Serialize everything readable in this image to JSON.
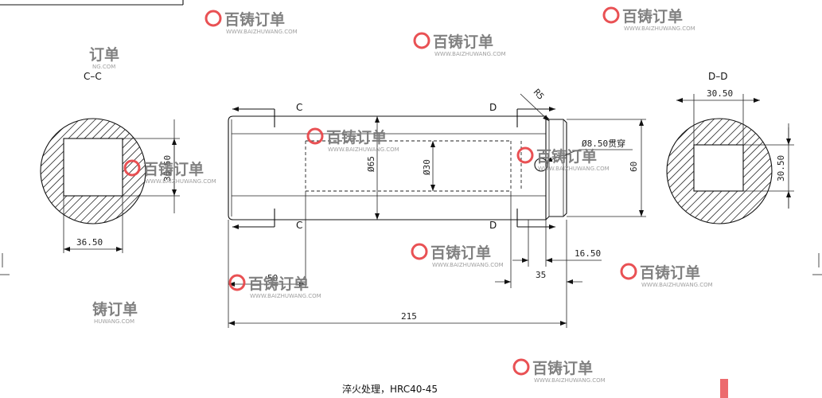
{
  "views": {
    "section_cc": {
      "label": "C–C",
      "width_dim": "36.50",
      "height_dim": "36.50"
    },
    "section_dd": {
      "label": "D–D",
      "width_dim": "30.50",
      "height_dim": "30.50"
    }
  },
  "main_view": {
    "cut_labels": {
      "c_top": "C",
      "c_bottom": "C",
      "d_top": "D",
      "d_bottom": "D"
    },
    "dims": {
      "radius": "R5",
      "outer_diameter": "Ø65",
      "bore_diameter": "Ø30",
      "cross_hole": "Ø8.50贯穿",
      "height": "60",
      "groove_width": "16.50",
      "end_length": "35",
      "bore_depth": "50",
      "total_length": "215"
    }
  },
  "note": "淬火处理，HRC40-45",
  "watermark": {
    "brand": "百铸订单",
    "url": "WWW.BAIZHUWANG.COM",
    "partial_brand_1": "订单",
    "partial_url_1": "NG.COM",
    "partial_brand_2": "铸订单",
    "partial_url_2": "HUWANG.COM",
    "logo_color": "#e8484b"
  }
}
